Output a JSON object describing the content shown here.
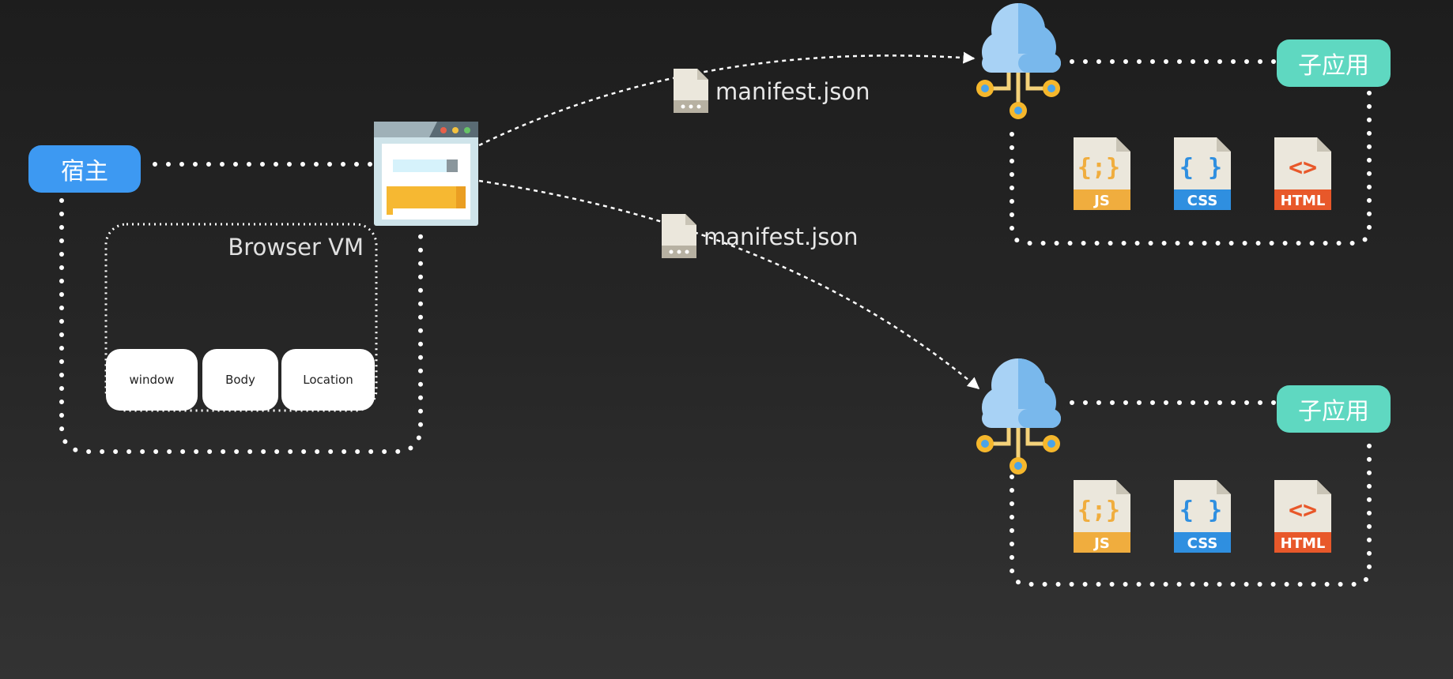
{
  "host": {
    "label": "宿主"
  },
  "browser_vm": {
    "label": "Browser VM",
    "items": [
      "window",
      "Body",
      "Location"
    ]
  },
  "manifests": [
    "manifest.json",
    "manifest.json"
  ],
  "sub_apps": [
    {
      "label": "子应用",
      "files": [
        {
          "icon": "js-file-icon",
          "tag": "JS"
        },
        {
          "icon": "css-file-icon",
          "tag": "CSS"
        },
        {
          "icon": "html-file-icon",
          "tag": "HTML"
        }
      ]
    },
    {
      "label": "子应用",
      "files": [
        {
          "icon": "js-file-icon",
          "tag": "JS"
        },
        {
          "icon": "css-file-icon",
          "tag": "CSS"
        },
        {
          "icon": "html-file-icon",
          "tag": "HTML"
        }
      ]
    }
  ],
  "colors": {
    "host_pill": "#3d99f2",
    "sub_app_pill": "#5fd8c1",
    "js": "#f0ad3e",
    "css": "#2f8fe0",
    "html": "#e8582a",
    "cloud_light": "#a8d2f5",
    "cloud_dark": "#79b8ec"
  }
}
